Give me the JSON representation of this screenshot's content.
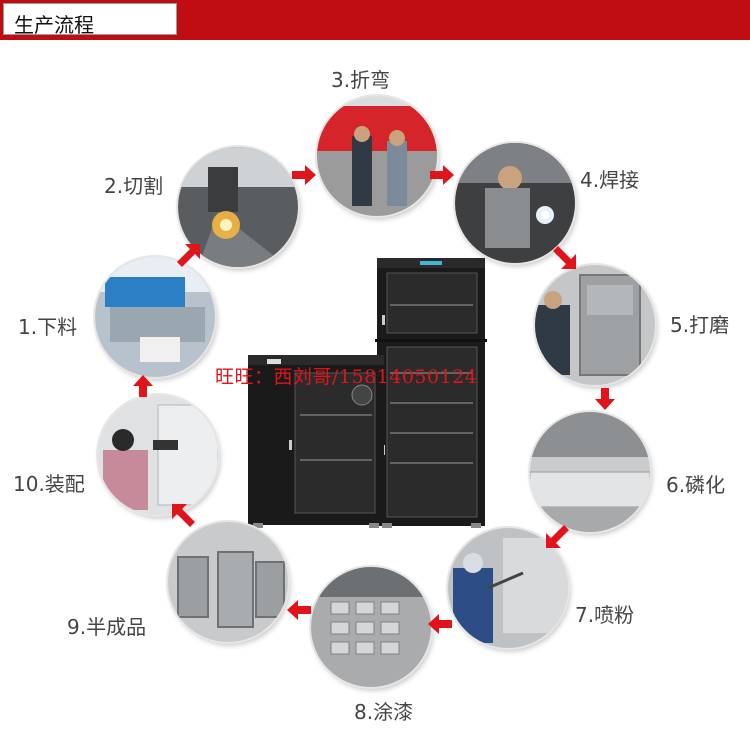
{
  "header": {
    "title": "生产流程"
  },
  "steps": [
    {
      "label": "1.下料"
    },
    {
      "label": "2.切割"
    },
    {
      "label": "3.折弯"
    },
    {
      "label": "4.焊接"
    },
    {
      "label": "5.打磨"
    },
    {
      "label": "6.磷化"
    },
    {
      "label": "7.喷粉"
    },
    {
      "label": "8.涂漆"
    },
    {
      "label": "9.半成品"
    },
    {
      "label": "10.装配"
    }
  ],
  "watermark": "旺旺：西刘哥/15814050124",
  "colors": {
    "accent": "#c00d12",
    "arrow": "#e0141a",
    "cabinet": "#1a1a1a"
  }
}
